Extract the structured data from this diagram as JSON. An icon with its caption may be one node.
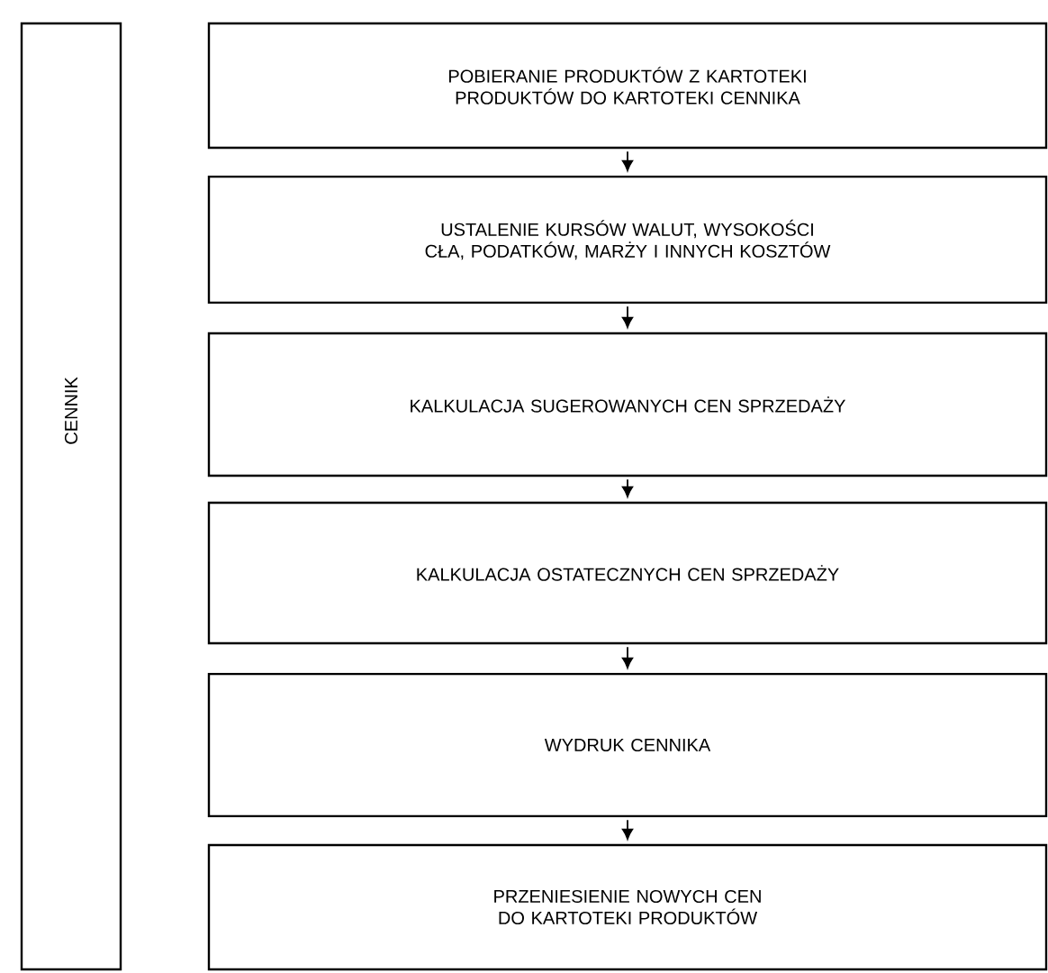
{
  "diagram": {
    "nodes": [
      {
        "text": [
          "CENNIK"
        ]
      },
      {
        "text": [
          "POBIERANIE PRODUKTÓW Z KARTOTEKI PRODUKTÓW DO KARTOTEKI CENNIKA"
        ]
      },
      {
        "text": [
          "USTALENIE KURSÓW WALUT, WYSOKOŚCI CŁA, PODATKÓW, MARŻY I INNYCH KOSZTÓW"
        ]
      },
      {
        "text": [
          "KALKULACJA SUGEROWANYCH CEN SPRZEDAŻY"
        ]
      },
      {
        "text": [
          "KALKULACJA OSTATECZNYCH CEN SPRZEDAŻY"
        ]
      },
      {
        "text": [
          "WYDRUK CENNIKA"
        ]
      },
      {
        "text": [
          "PRZENIESIENIE NOWYCH CEN DO KARTOTEKI PRODUKTÓW"
        ]
      }
    ],
    "edges": [
      {
        "from": 1,
        "to": 2,
        "arrow": "to"
      },
      {
        "from": 2,
        "to": 3,
        "arrow": "to"
      },
      {
        "from": 3,
        "to": 4,
        "arrow": "to"
      },
      {
        "from": 4,
        "to": 5,
        "arrow": "to"
      },
      {
        "from": 5,
        "to": 6,
        "arrow": "to"
      }
    ]
  }
}
